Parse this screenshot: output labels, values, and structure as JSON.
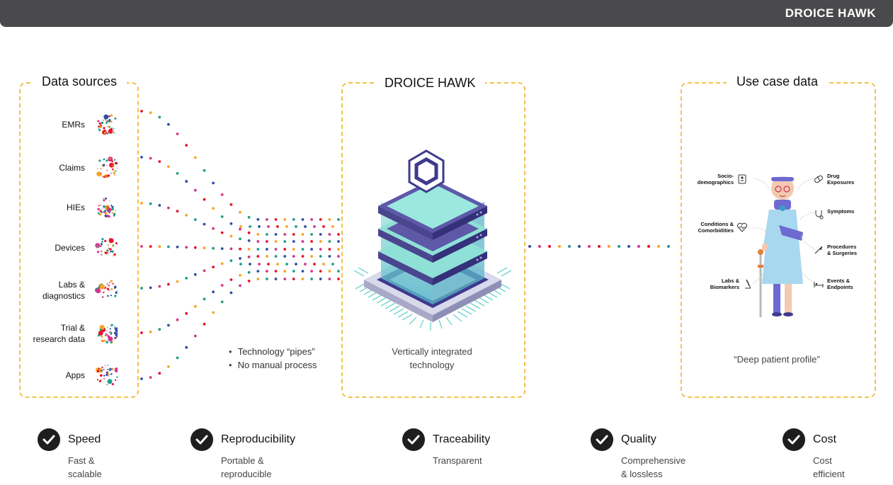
{
  "header": {
    "brand": "DROICE HAWK"
  },
  "sources": {
    "title": "Data sources",
    "items": [
      {
        "label": "EMRs",
        "icon": "emr-scatter-icon"
      },
      {
        "label": "Claims",
        "icon": "claims-scatter-icon"
      },
      {
        "label": "HIEs",
        "icon": "hie-scatter-icon"
      },
      {
        "label": "Devices",
        "icon": "devices-scatter-icon"
      },
      {
        "label": "Labs &\ndiagnostics",
        "icon": "labs-scatter-icon"
      },
      {
        "label": "Trial &\nresearch data",
        "icon": "trial-scatter-icon"
      },
      {
        "label": "Apps",
        "icon": "apps-scatter-icon"
      }
    ]
  },
  "pipes": {
    "bullets": [
      "Technology “pipes”",
      "No manual process"
    ]
  },
  "engine": {
    "title": "DROICE HAWK",
    "caption": "Vertically integrated\ntechnology",
    "icon": "server-stack-icon"
  },
  "usecase": {
    "title": "Use case data",
    "caption": "“Deep patient profile”",
    "left_items": [
      {
        "label": "Socio-\ndemographics",
        "icon": "id-card-icon"
      },
      {
        "label": "Conditions &\nComorbidities",
        "icon": "heart-pulse-icon"
      },
      {
        "label": "Labs &\nBiomarkers",
        "icon": "microscope-icon"
      }
    ],
    "right_items": [
      {
        "label": "Drug\nExposures",
        "icon": "pill-icon"
      },
      {
        "label": "Symptoms",
        "icon": "stethoscope-icon"
      },
      {
        "label": "Procedures\n& Surgeries",
        "icon": "scalpel-icon"
      },
      {
        "label": "Events &\nEndpoints",
        "icon": "hospital-bed-icon"
      }
    ]
  },
  "features": [
    {
      "title": "Speed",
      "sub": "Fast &\nscalable"
    },
    {
      "title": "Reproducibility",
      "sub": "Portable &\nreproducible"
    },
    {
      "title": "Traceability",
      "sub": "Transparent"
    },
    {
      "title": "Quality",
      "sub": "Comprehensive\n& lossless"
    },
    {
      "title": "Cost",
      "sub": "Cost\nefficient"
    }
  ],
  "colors": {
    "dot_palette": [
      "#e8132b",
      "#f5a623",
      "#1f9e89",
      "#2f4fa3",
      "#d6338a"
    ],
    "box_border": "#f2c14e",
    "check_bg": "#1e1e1e",
    "server_purple": "#3e3a8c",
    "server_glass": "#7ed8d0"
  }
}
